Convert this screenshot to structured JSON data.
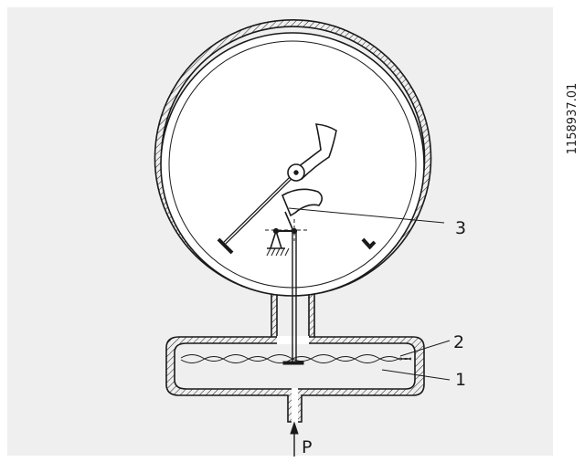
{
  "figure_code": "1158937.01",
  "labels": {
    "pointer_mechanism": "3",
    "diaphragm": "2",
    "pressure_chamber": "1",
    "pressure_input": "P"
  }
}
